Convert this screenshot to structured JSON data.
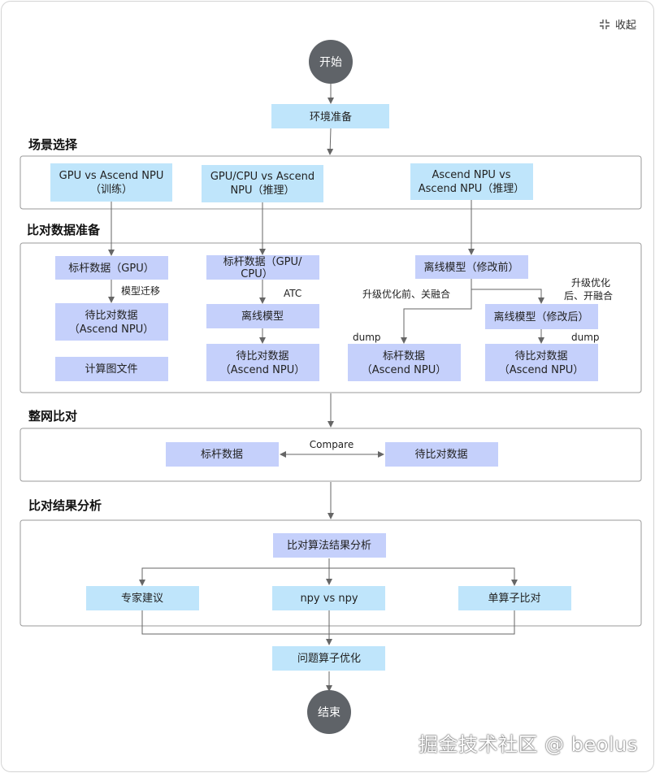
{
  "header": {
    "collapse_label": "收起",
    "collapse_icon": "collapse-arrows-icon"
  },
  "watermark": "掘金技术社区 @ beolus",
  "flow": {
    "start": "开始",
    "env_prep": "环境准备",
    "end": "结束",
    "sections": {
      "scene": "场景选择",
      "data_prep": "比对数据准备",
      "network": "整网比对",
      "analysis": "比对结果分析"
    },
    "scenes": [
      [
        "GPU vs Ascend NPU",
        "（训练）"
      ],
      [
        "GPU/CPU vs Ascend",
        "NPU（推理）"
      ],
      [
        "Ascend NPU vs",
        "Ascend NPU（推理）"
      ]
    ],
    "col1": {
      "benchmark": "标杆数据（GPU）",
      "migrate": "模型迁移",
      "to_compare": [
        "待比对数据",
        "（Ascend NPU）"
      ],
      "graph_file": "计算图文件"
    },
    "col2": {
      "benchmark": [
        "标杆数据（GPU/",
        "CPU）"
      ],
      "atc": "ATC",
      "offline_model": "离线模型",
      "to_compare": [
        "待比对数据",
        "（Ascend NPU）"
      ]
    },
    "col3": {
      "offline_before": "离线模型（修改前）",
      "upgrade_before": "升级优化前、关融合",
      "upgrade_after": [
        "升级优化",
        "后、开融合"
      ],
      "offline_after": "离线模型（修改后）",
      "dump_left": "dump",
      "dump_right": "dump",
      "benchmark": [
        "标杆数据",
        "（Ascend NPU）"
      ],
      "to_compare": [
        "待比对数据",
        "（Ascend NPU）"
      ]
    },
    "network": {
      "benchmark": "标杆数据",
      "compare": "Compare",
      "to_compare": "待比对数据"
    },
    "analysis": {
      "algo": "比对算法结果分析",
      "expert": "专家建议",
      "npy": "npy vs npy",
      "single_op": "单算子比对"
    },
    "optimize": "问题算子优化"
  },
  "colors": {
    "circle": "#5f6368",
    "box_light_blue": "#bfe5fb",
    "box_lavender": "#c5d0fb",
    "line": "#666666",
    "border": "#9a9a9a"
  }
}
